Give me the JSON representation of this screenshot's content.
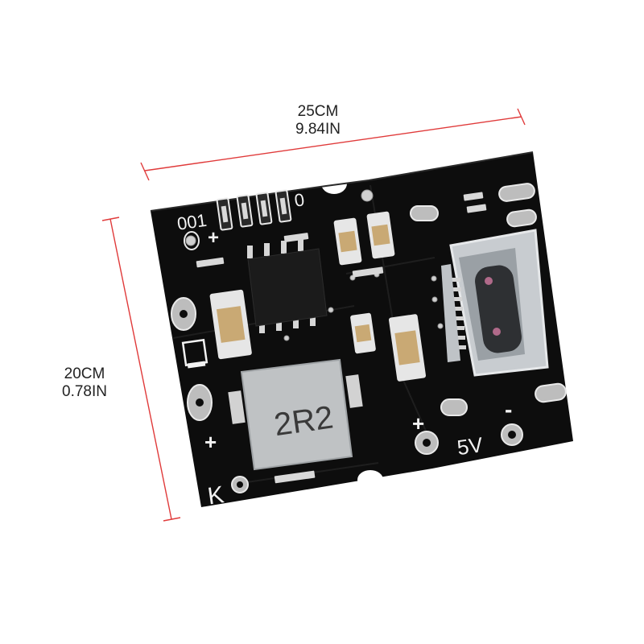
{
  "width_dimension": {
    "primary": "25CM",
    "secondary": "9.84IN"
  },
  "height_dimension": {
    "primary": "20CM",
    "secondary": "0.78IN"
  },
  "inductor_marking": "2R2",
  "silkscreen": {
    "plus_left": "+",
    "plus_right": "+",
    "minus_right": "-",
    "k_label": "K",
    "output_label": "5V",
    "top_code": "001",
    "top_zero": "0"
  },
  "colors": {
    "pcb": "#0d0d0d",
    "dimension_line": "#e03a3a",
    "silkscreen": "#f2f2f2",
    "usb_metal": "#c8ccd0",
    "inductor_body": "#bfc2c4"
  }
}
